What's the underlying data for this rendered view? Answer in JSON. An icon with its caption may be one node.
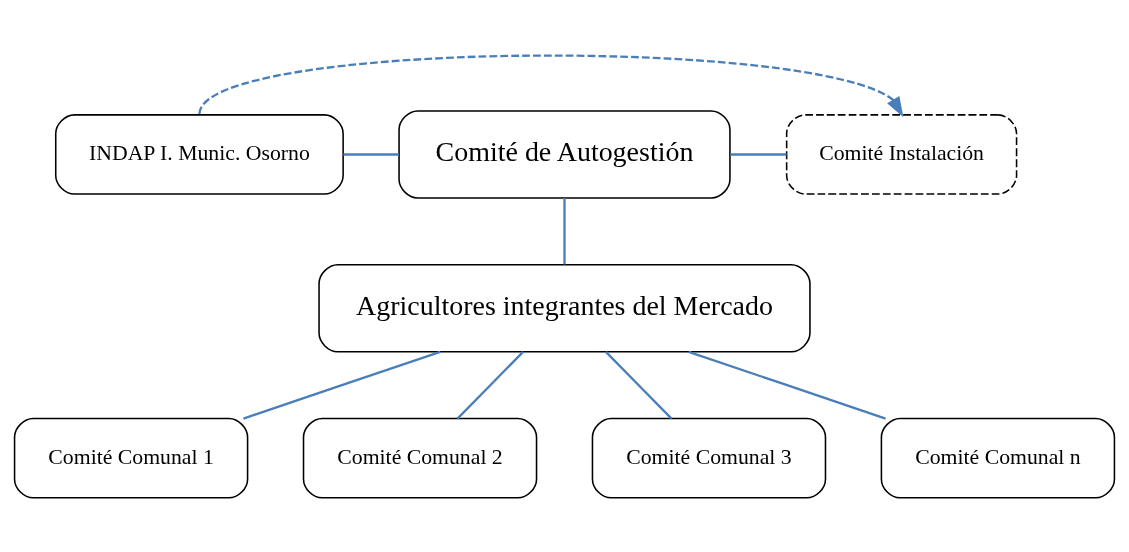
{
  "diagram": {
    "nodes": [
      {
        "text": [
          "INDAP I. Munic. Osorno"
        ]
      },
      {
        "text": [
          "Comité de Autogestión"
        ]
      },
      {
        "text": [
          "Comité Instalación"
        ]
      },
      {
        "text": [
          "Agricultores integrantes del Mercado"
        ]
      },
      {
        "text": [
          "Comité Comunal 1"
        ]
      },
      {
        "text": [
          "Comité Comunal 2"
        ]
      },
      {
        "text": [
          "Comité Comunal 3"
        ]
      },
      {
        "text": [
          "Comité Comunal n"
        ]
      }
    ],
    "edges": [
      {
        "from": 0,
        "to": 1,
        "arrow": "none"
      },
      {
        "from": 1,
        "to": 2,
        "arrow": "none"
      },
      {
        "from": 0,
        "to": 2,
        "arrow": "to",
        "style": "dashed"
      },
      {
        "from": 1,
        "to": 3,
        "arrow": "none"
      },
      {
        "from": 3,
        "to": 4,
        "arrow": "none"
      },
      {
        "from": 3,
        "to": 5,
        "arrow": "none"
      },
      {
        "from": 3,
        "to": 6,
        "arrow": "none"
      },
      {
        "from": 3,
        "to": 7,
        "arrow": "none"
      }
    ]
  }
}
